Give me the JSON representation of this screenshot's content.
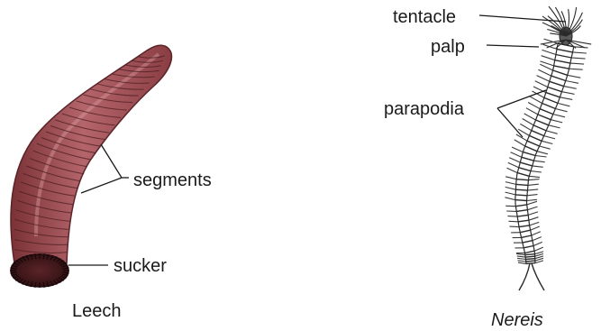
{
  "figure": {
    "leech": {
      "caption": "Leech",
      "labels": {
        "segments": "segments",
        "sucker": "sucker"
      }
    },
    "nereis": {
      "caption": "Nereis",
      "labels": {
        "tentacle": "tentacle",
        "palp": "palp",
        "parapodia": "parapodia"
      }
    }
  },
  "colors": {
    "leech_body": "#a8585e",
    "leech_segment_line": "#4a1e22",
    "label_text": "#1a1a1a",
    "nereis_outline": "#2a2a2a"
  }
}
